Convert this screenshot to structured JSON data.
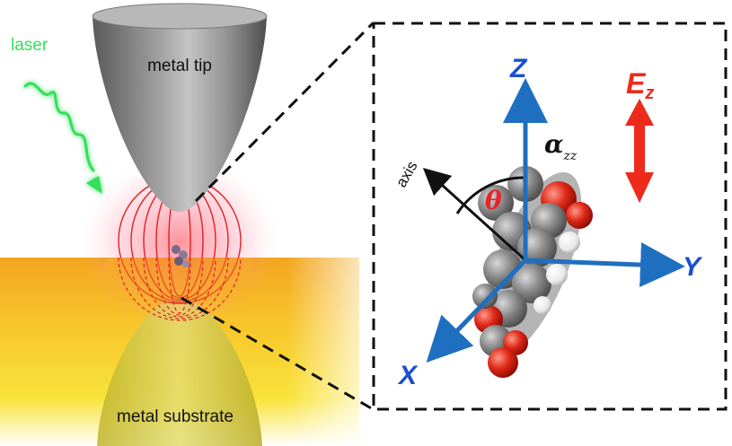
{
  "labels": {
    "laser": "laser",
    "metal_tip": "metal tip",
    "metal_substrate": "metal substrate",
    "axis": "axis",
    "theta": "θ",
    "alpha": "α",
    "alpha_sub": "zz",
    "z_axis": "Z",
    "y_axis": "Y",
    "x_axis": "X",
    "field_main": "E",
    "field_sub": "z"
  },
  "colors": {
    "laser": "#33e05a",
    "axis_blue": "#1f6fc0",
    "label_blue": "#1a4fd0",
    "field_red": "#ee2a1a",
    "theta_red": "#e8232a",
    "field_lines": "#e02020",
    "tip_gray": "#8a8a8a",
    "substrate_yellow": "#f6d820"
  },
  "icons": {
    "laser": "wavy-laser-beam-icon",
    "field_arrow": "double-headed-arrow-icon",
    "molecule": "space-filling-molecule-icon"
  }
}
